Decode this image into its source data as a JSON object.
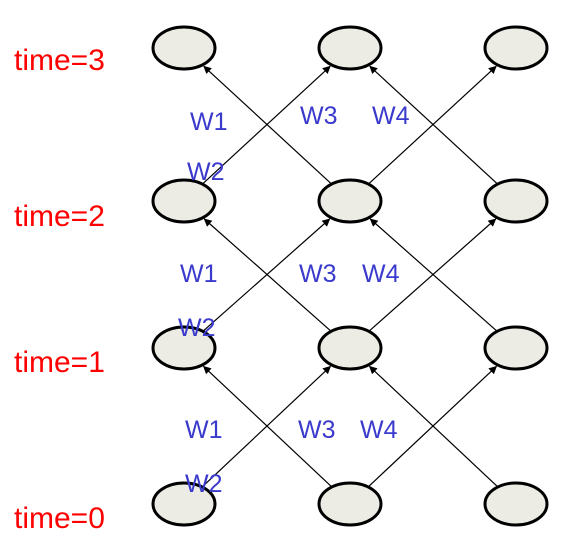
{
  "diagram": {
    "colors": {
      "time_label": "#ff0000",
      "weight_label": "#3a3acd",
      "node_fill": "#ecece4",
      "node_stroke": "#000000",
      "edge": "#000000"
    },
    "time_labels": [
      "time=3",
      "time=2",
      "time=1",
      "time=0"
    ],
    "weight_labels": {
      "row_2_3": {
        "w1": "W1",
        "w2": "W2",
        "w3": "W3",
        "w4": "W4"
      },
      "row_1_2": {
        "w1": "W1",
        "w2": "W2",
        "w3": "W3",
        "w4": "W4"
      },
      "row_0_1": {
        "w1": "W1",
        "w2": "W2",
        "w3": "W3",
        "w4": "W4"
      }
    },
    "node_grid": {
      "rows": 4,
      "columns": 3
    }
  }
}
